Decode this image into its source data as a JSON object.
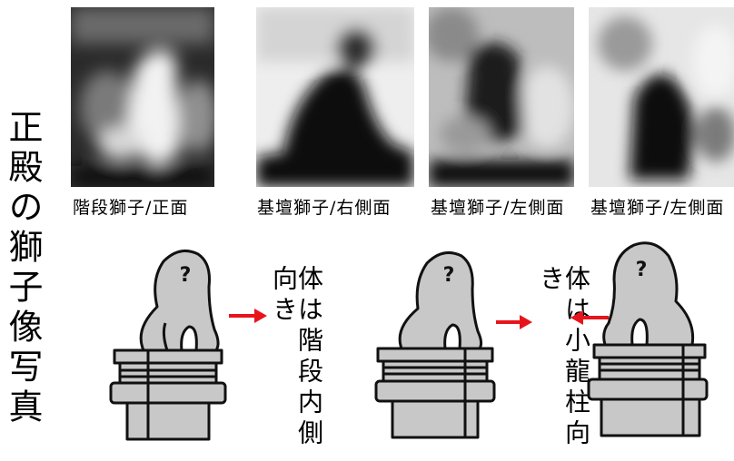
{
  "title_vertical": "正殿の獅子像写真",
  "photos": [
    {
      "caption": "階段獅子/正面"
    },
    {
      "caption": "基壇獅子/右側面"
    },
    {
      "caption": "基壇獅子/左側面"
    },
    {
      "caption": "基壇獅子/左側面"
    }
  ],
  "diagrams": [
    {
      "head_mark": "?"
    },
    {
      "head_mark": "?"
    },
    {
      "head_mark": "?"
    }
  ],
  "notes": [
    {
      "text": "体は階段内側向き"
    },
    {
      "text": "体は小龍柱向き"
    }
  ],
  "colors": {
    "arrow": "#e8141c",
    "statue_fill": "#c8c8c8",
    "outline": "#111111"
  }
}
